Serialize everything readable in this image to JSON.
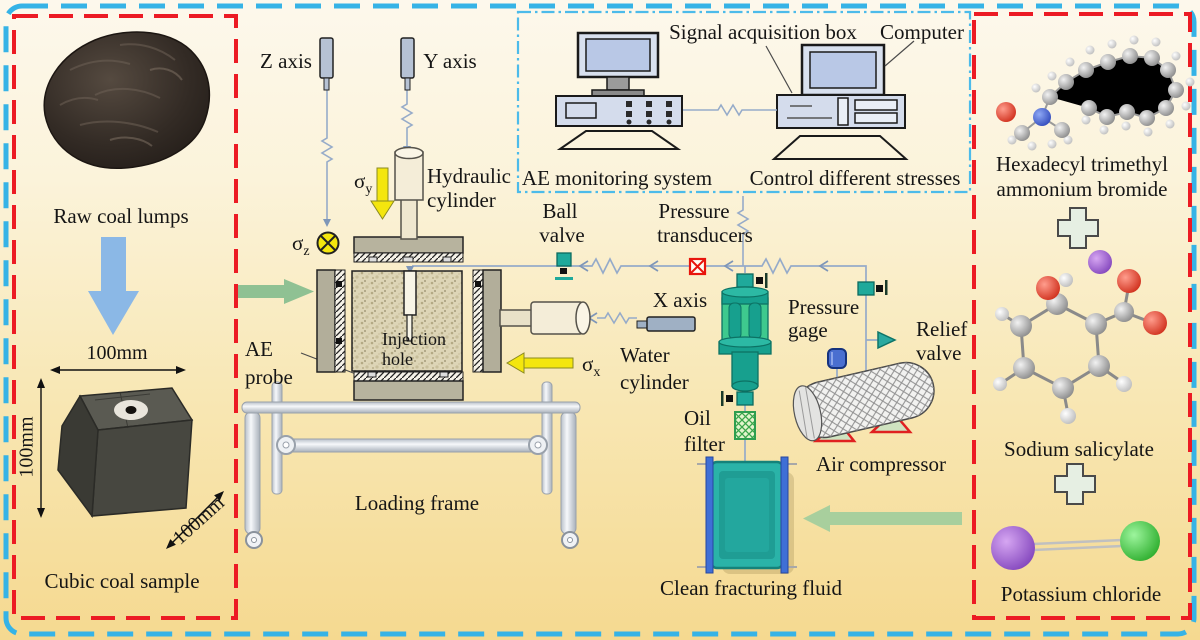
{
  "left_panel": {
    "raw_coal_label": "Raw coal lumps",
    "cubic_label": "Cubic coal sample",
    "dim_top": "100mm",
    "dim_left": "100mm",
    "dim_diag": "100mm"
  },
  "monitor_box": {
    "signal_label": "Signal acquisition box",
    "computer_label": "Computer",
    "ae_system_label": "AE monitoring system",
    "control_label": "Control different stresses"
  },
  "rig": {
    "z_axis": "Z axis",
    "y_axis": "Y axis",
    "x_axis": "X axis",
    "sigma": "σ",
    "sub_y": "y",
    "sub_z": "z",
    "sub_x": "x",
    "hydraulic_line1": "Hydraulic",
    "hydraulic_line2": "cylinder",
    "injection_line1": "Injection",
    "injection_line2": "hole",
    "ae_probe_line1": "AE",
    "ae_probe_line2": "probe",
    "loading_frame_label": "Loading frame"
  },
  "plumbing": {
    "ball_line1": "Ball",
    "ball_line2": "valve",
    "pt_line1": "Pressure",
    "pt_line2": "transducers",
    "water_line1": "Water",
    "water_line2": "cylinder",
    "gage_line1": "Pressure",
    "gage_line2": "gage",
    "relief_line1": "Relief",
    "relief_line2": "valve",
    "oil_line1": "Oil",
    "oil_line2": "filter",
    "air_label": "Air compressor",
    "fluid_label": "Clean fracturing fluid"
  },
  "right_panel": {
    "ctab_line1": "Hexadecyl trimethyl",
    "ctab_line2": "ammonium bromide",
    "sodium_label": "Sodium salicylate",
    "kcl_label": "Potassium chloride"
  },
  "colors": {
    "outer_border": "#36b3e6",
    "panel_border": "#ec1b24",
    "monitor_box_border": "#4cbbea",
    "pipe": "#96abc9",
    "teal_equipment": "#1fa99b",
    "fluid_teal": "#2ab3a8",
    "yellow_stress": "#f4e60e",
    "green_arrow": "#8fc193",
    "blue_arrow": "#8bb8e6",
    "transducer_red": "#e8150d"
  }
}
